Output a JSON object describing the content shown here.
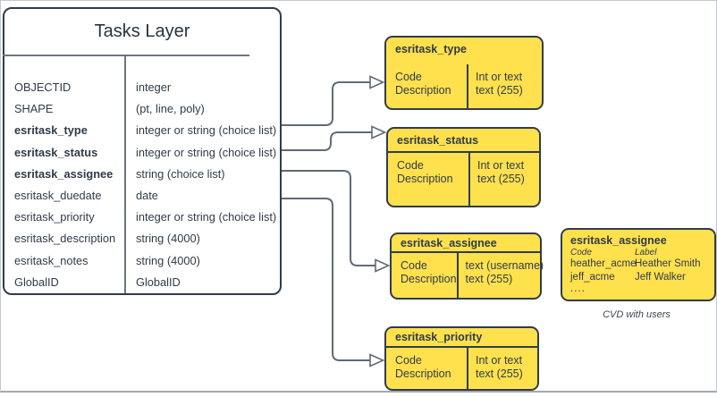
{
  "table": {
    "title": "Tasks Layer",
    "rows": [
      {
        "name": "OBJECTID",
        "type": "integer"
      },
      {
        "name": "SHAPE",
        "type": "(pt, line, poly)"
      },
      {
        "name": "esritask_type",
        "type": "integer or string (choice list)"
      },
      {
        "name": "esritask_status",
        "type": "integer or string (choice list)"
      },
      {
        "name": "esritask_assignee",
        "type": "string (choice list)"
      },
      {
        "name": "esritask_duedate",
        "type": "date"
      },
      {
        "name": "esritask_priority",
        "type": "integer or string (choice list)"
      },
      {
        "name": "esritask_description",
        "type": "string (4000)"
      },
      {
        "name": "esritask_notes",
        "type": "string (4000)"
      },
      {
        "name": "GlobalID",
        "type": "GlobalID"
      }
    ]
  },
  "domains": [
    {
      "title": "esritask_type",
      "col1": [
        "Code",
        "Description"
      ],
      "col2": [
        "Int or text",
        "text (255)"
      ]
    },
    {
      "title": "esritask_status",
      "col1": [
        "Code",
        "Description"
      ],
      "col2": [
        "Int or text",
        "text (255)"
      ]
    },
    {
      "title": "esritask_assignee",
      "col1": [
        "Code",
        "Description"
      ],
      "col2": [
        "text  (username)",
        "text (255)"
      ]
    },
    {
      "title": "esritask_priority",
      "col1": [
        "Code",
        "Description"
      ],
      "col2": [
        "Int or text",
        "text (255)"
      ]
    }
  ],
  "cvd": {
    "title": "esritask_assignee",
    "col_headers": [
      "Code",
      "Label"
    ],
    "rows": [
      {
        "code": "heather_acme",
        "label": "Heather Smith"
      },
      {
        "code": "jeff_acme",
        "label": "Jeff Walker"
      }
    ],
    "more": "....",
    "caption": "CVD with users"
  },
  "colors": {
    "domain_fill": "#ffe14e",
    "ink": "#2f3b49",
    "connector": "#5f6b77",
    "frame_border": "#c4c9ce"
  }
}
